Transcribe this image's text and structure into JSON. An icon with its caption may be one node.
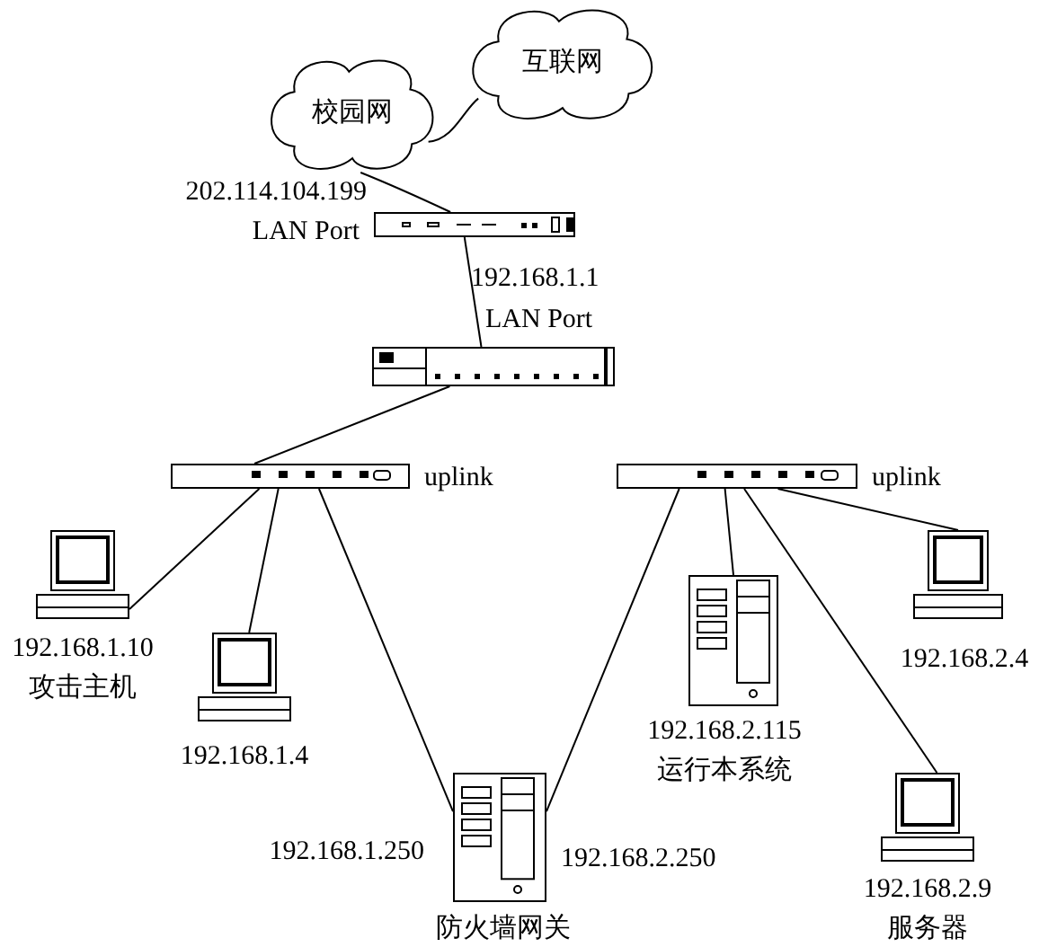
{
  "diagram": {
    "nodes": [
      {
        "text": [
          "校园网"
        ]
      },
      {
        "text": [
          "互联网"
        ]
      },
      {
        "text": [],
        "shape": "picture",
        "beside": [
          "202.114.104.199",
          "LAN Port"
        ]
      },
      {
        "text": [],
        "shape": "picture",
        "beside": [
          "192.168.1.1",
          "LAN Port"
        ]
      },
      {
        "text": [],
        "shape": "picture",
        "beside": [
          "uplink"
        ]
      },
      {
        "text": [],
        "shape": "picture",
        "beside": [
          "uplink"
        ]
      },
      {
        "text": [],
        "shape": "picture",
        "beside": [
          "192.168.1.10",
          "攻击主机"
        ]
      },
      {
        "text": [],
        "shape": "picture",
        "beside": [
          "192.168.1.4"
        ]
      },
      {
        "text": [],
        "shape": "picture",
        "beside": [
          "192.168.1.250",
          "192.168.2.250",
          "防火墙网关"
        ]
      },
      {
        "text": [],
        "shape": "picture",
        "beside": [
          "192.168.2.115",
          "运行本系统"
        ]
      },
      {
        "text": [],
        "shape": "picture",
        "beside": [
          "192.168.2.9",
          "服务器"
        ]
      },
      {
        "text": [],
        "shape": "picture",
        "beside": [
          "192.168.2.4"
        ]
      }
    ],
    "edges": [
      {
        "from": 0,
        "to": 1,
        "arrow": "none"
      },
      {
        "from": 0,
        "to": 2,
        "arrow": "none"
      },
      {
        "from": 2,
        "to": 3,
        "arrow": "none"
      },
      {
        "from": 3,
        "to": 4,
        "arrow": "none"
      },
      {
        "from": 4,
        "to": 6,
        "arrow": "none"
      },
      {
        "from": 4,
        "to": 7,
        "arrow": "none"
      },
      {
        "from": 4,
        "to": 8,
        "arrow": "none"
      },
      {
        "from": 5,
        "to": 8,
        "arrow": "none"
      },
      {
        "from": 5,
        "to": 9,
        "arrow": "none"
      },
      {
        "from": 5,
        "to": 10,
        "arrow": "none"
      },
      {
        "from": 5,
        "to": 11,
        "arrow": "none"
      }
    ]
  }
}
